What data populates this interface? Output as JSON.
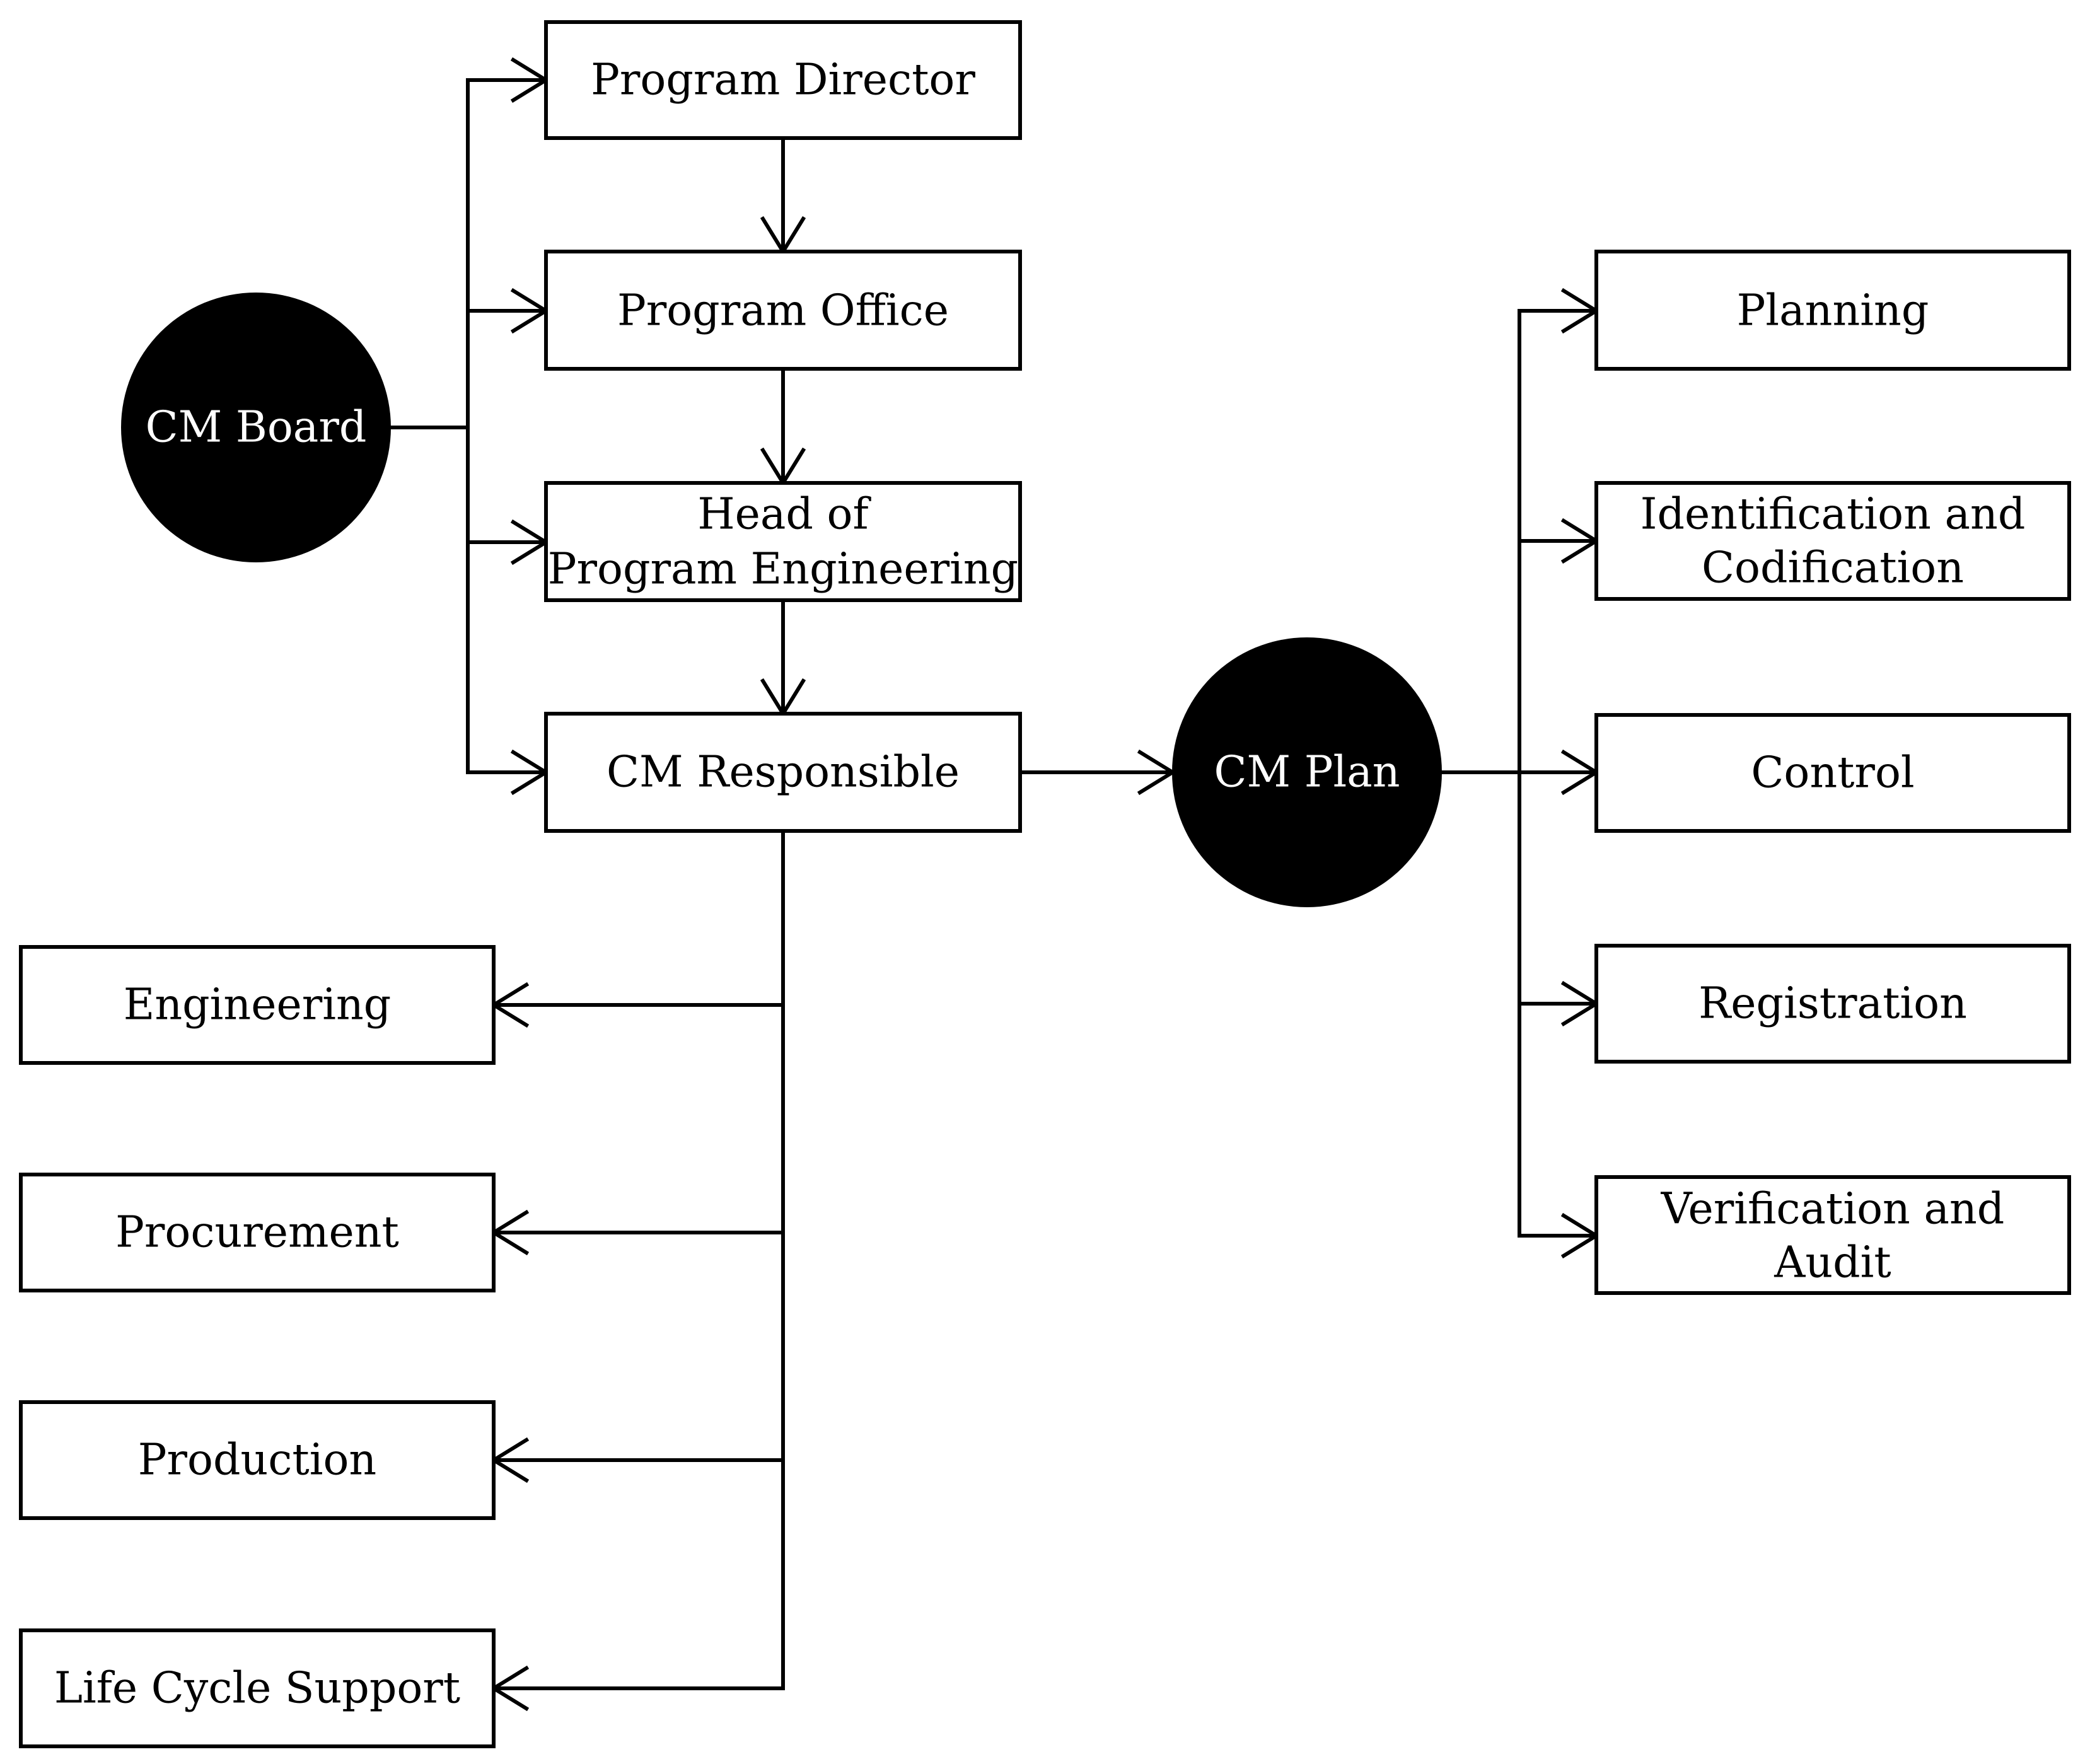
{
  "diagram": {
    "nodes": {
      "cm_board": "CM Board",
      "program_director": "Program Director",
      "program_office": "Program Office",
      "head_line1": "Head of",
      "head_line2": "Program Engineering",
      "cm_responsible": "CM Responsible",
      "cm_plan": "CM Plan",
      "engineering": "Engineering",
      "procurement": "Procurement",
      "production": "Production",
      "life_cycle_support": "Life Cycle Support",
      "planning": "Planning",
      "identification_line1": "Identification and",
      "identification_line2": "Codification",
      "control": "Control",
      "registration": "Registration",
      "verification_line1": "Verification and",
      "verification_line2": "Audit"
    },
    "colors": {
      "line": "#000000",
      "circle_fill": "#000000",
      "circle_text": "#ffffff",
      "box_fill": "#ffffff"
    }
  }
}
